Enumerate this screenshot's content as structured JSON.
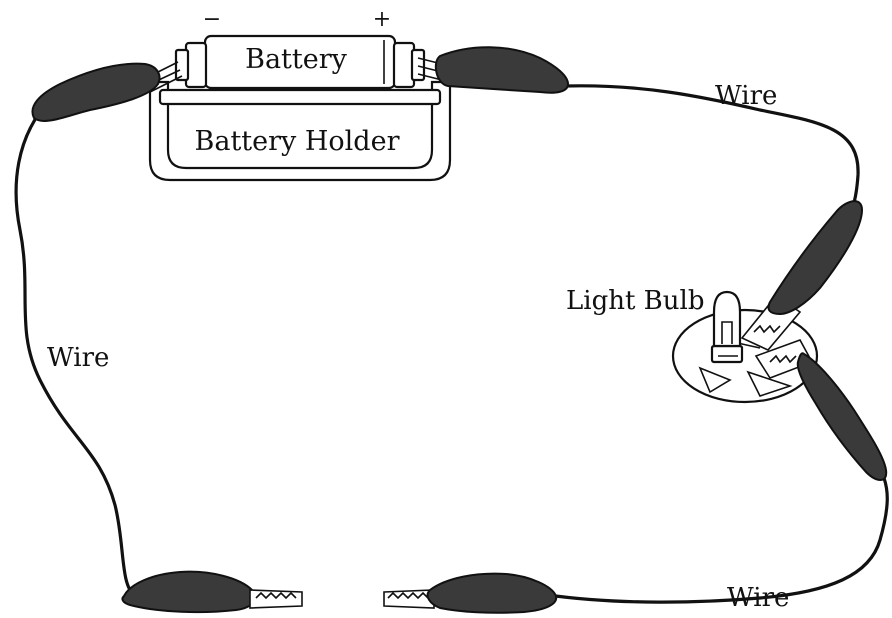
{
  "battery": {
    "label": "Battery",
    "minus": "−",
    "plus": "+"
  },
  "holder": {
    "label": "Battery Holder"
  },
  "bulb": {
    "label": "Light Bulb"
  },
  "wires": {
    "top_right": "Wire",
    "left": "Wire",
    "bottom_right": "Wire"
  }
}
